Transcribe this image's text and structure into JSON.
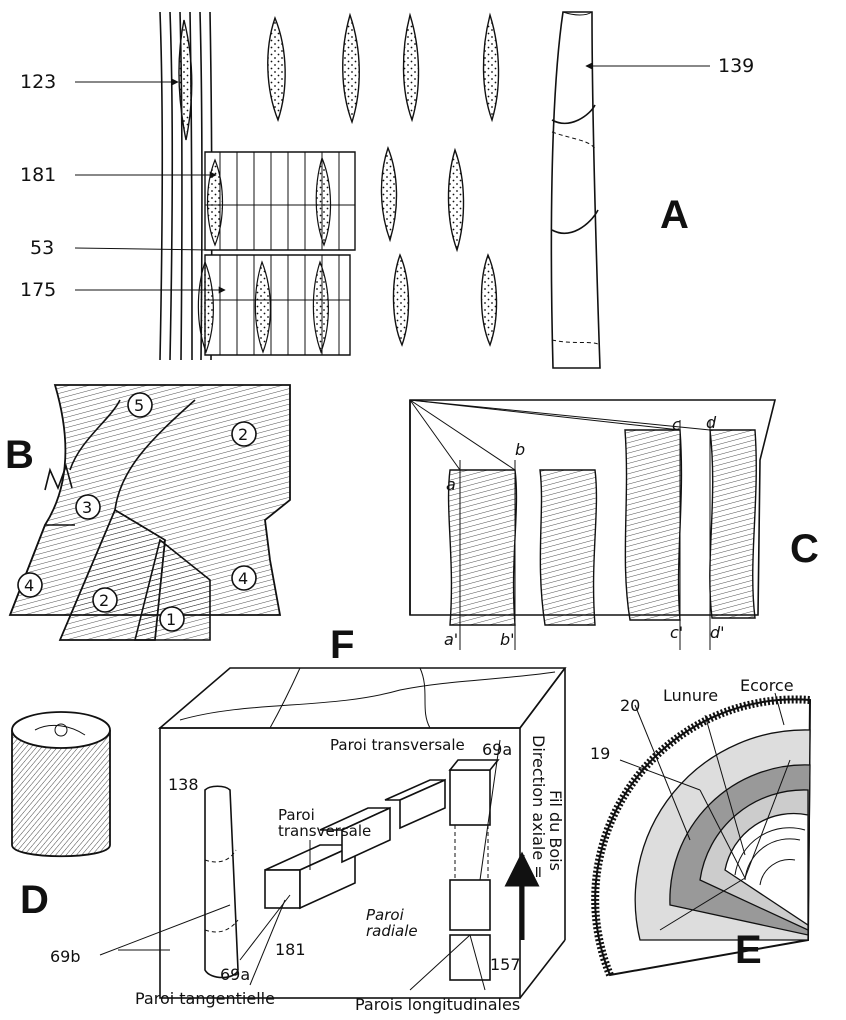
{
  "panels": {
    "A": {
      "letter": "A",
      "labels": [
        "123",
        "181",
        "53",
        "175",
        "139"
      ]
    },
    "B": {
      "letter": "B",
      "circles": [
        "5",
        "2",
        "3",
        "4",
        "2",
        "1",
        "4"
      ]
    },
    "C": {
      "letter": "C",
      "points_top": [
        "a",
        "b",
        "c",
        "d"
      ],
      "points_bottom": [
        "a'",
        "b'",
        "c'",
        "d'"
      ]
    },
    "D": {
      "letter": "D"
    },
    "E": {
      "letter": "E",
      "labels": [
        "20",
        "19",
        "Lunure",
        "Ecorce"
      ]
    },
    "F": {
      "letter": "F",
      "numbers": [
        "138",
        "69a",
        "181",
        "69a",
        "69b",
        "157"
      ],
      "paroi_transversale_top": "Paroi transversale",
      "paroi_transversale_1": "Paroi",
      "paroi_transversale_2": "transversale",
      "paroi_radiale_1": "Paroi",
      "paroi_radiale_2": "radiale",
      "paroi_tangentielle": "Paroi tangentielle",
      "parois_longitudinales": "Parois longitudinales",
      "direction_axiale": "Direction axiale =",
      "fil_du_bois": "Fil du Bois"
    }
  }
}
